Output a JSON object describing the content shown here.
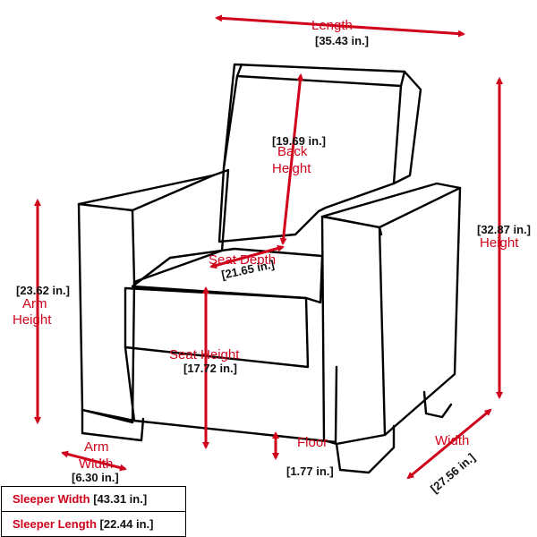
{
  "colors": {
    "label": "#d0021b",
    "arrow": "#d0021b",
    "value": "#111111",
    "outline": "#000000"
  },
  "dimensions": {
    "length": {
      "label": "Length",
      "value": "[35.43 in.]"
    },
    "back_height": {
      "label_line1": "Back",
      "label_line2": "Height",
      "value": "[19.69 in.]"
    },
    "height": {
      "label": "Height",
      "value": "[32.87 in.]"
    },
    "arm_height": {
      "label_line1": "Arm",
      "label_line2": "Height",
      "value": "[23.62 in.]"
    },
    "seat_depth": {
      "label": "Seat Depth",
      "value": "[21.65 in.]"
    },
    "seat_height": {
      "label": "Seat Height",
      "value": "[17.72 in.]"
    },
    "arm_width": {
      "label_line1": "Arm",
      "label_line2": "Width",
      "value": "[6.30 in.]"
    },
    "floor": {
      "label": "Floor",
      "value": "[1.77 in.]"
    },
    "width": {
      "label": "Width",
      "value": "[27.56 in.]"
    }
  },
  "legend": {
    "sleeper_width": {
      "name": "Sleeper Width",
      "value": "[43.31 in.]"
    },
    "sleeper_length": {
      "name": "Sleeper Length",
      "value": "[22.44 in.]"
    }
  }
}
